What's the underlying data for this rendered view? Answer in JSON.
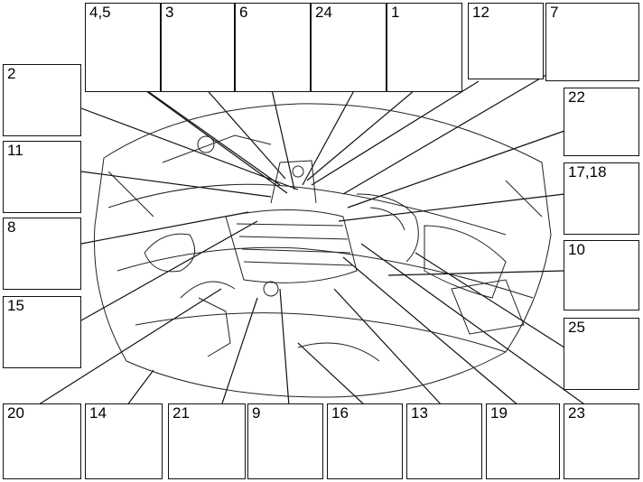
{
  "diagram": {
    "part_labels": [
      "4,5",
      "3",
      "6",
      "24",
      "1",
      "12",
      "7",
      "2",
      "22",
      "11",
      "17,18",
      "8",
      "10",
      "15",
      "25",
      "20",
      "14",
      "21",
      "9",
      "16",
      "13",
      "19",
      "23"
    ],
    "component_icons": [
      "solenoid-valve",
      "ignition-coil",
      "purge-valve",
      "coil-module",
      "injector",
      "control-module",
      "fuel-pump",
      "pressure-sensor",
      "temperature-sensor",
      "camshaft-sensor",
      "position-sensor",
      "valve",
      "airflow-sensor",
      "map-sensor",
      "fuse-relay-box",
      "throttle-body",
      "canister",
      "throttle-actuator",
      "hose",
      "map-sensor",
      "knock-sensor",
      "thermostat",
      "coolant-valve"
    ]
  }
}
